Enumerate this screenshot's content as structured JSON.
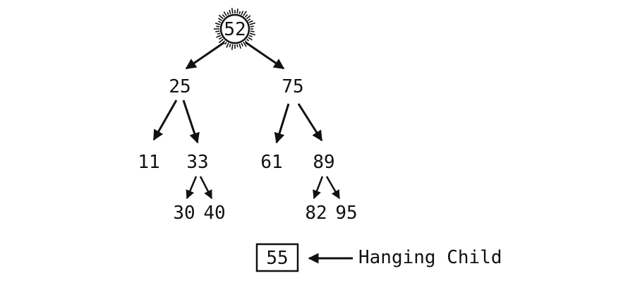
{
  "colors": {
    "ink": "#111111",
    "background": "#ffffff"
  },
  "tree": {
    "root": "52",
    "level1": [
      "25",
      "75"
    ],
    "level2": [
      "11",
      "33",
      "61",
      "89"
    ],
    "level3": [
      "30",
      "40",
      "82",
      "95"
    ]
  },
  "hanging": {
    "value": "55",
    "label": "Hanging Child"
  }
}
